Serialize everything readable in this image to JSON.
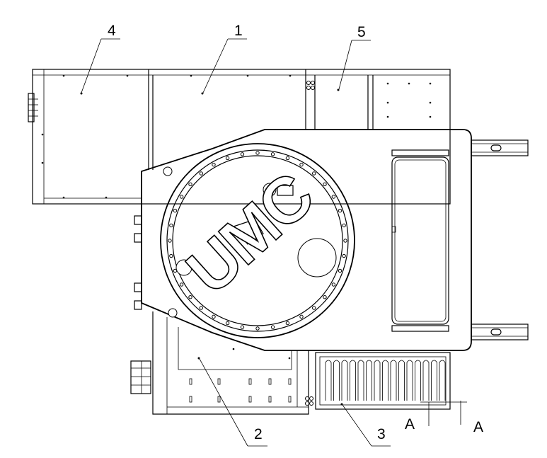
{
  "drawing": {
    "callouts": [
      "1",
      "2",
      "3",
      "4",
      "5"
    ],
    "section_label_left": "A",
    "section_label_right": "A",
    "watermark": "UMC"
  }
}
